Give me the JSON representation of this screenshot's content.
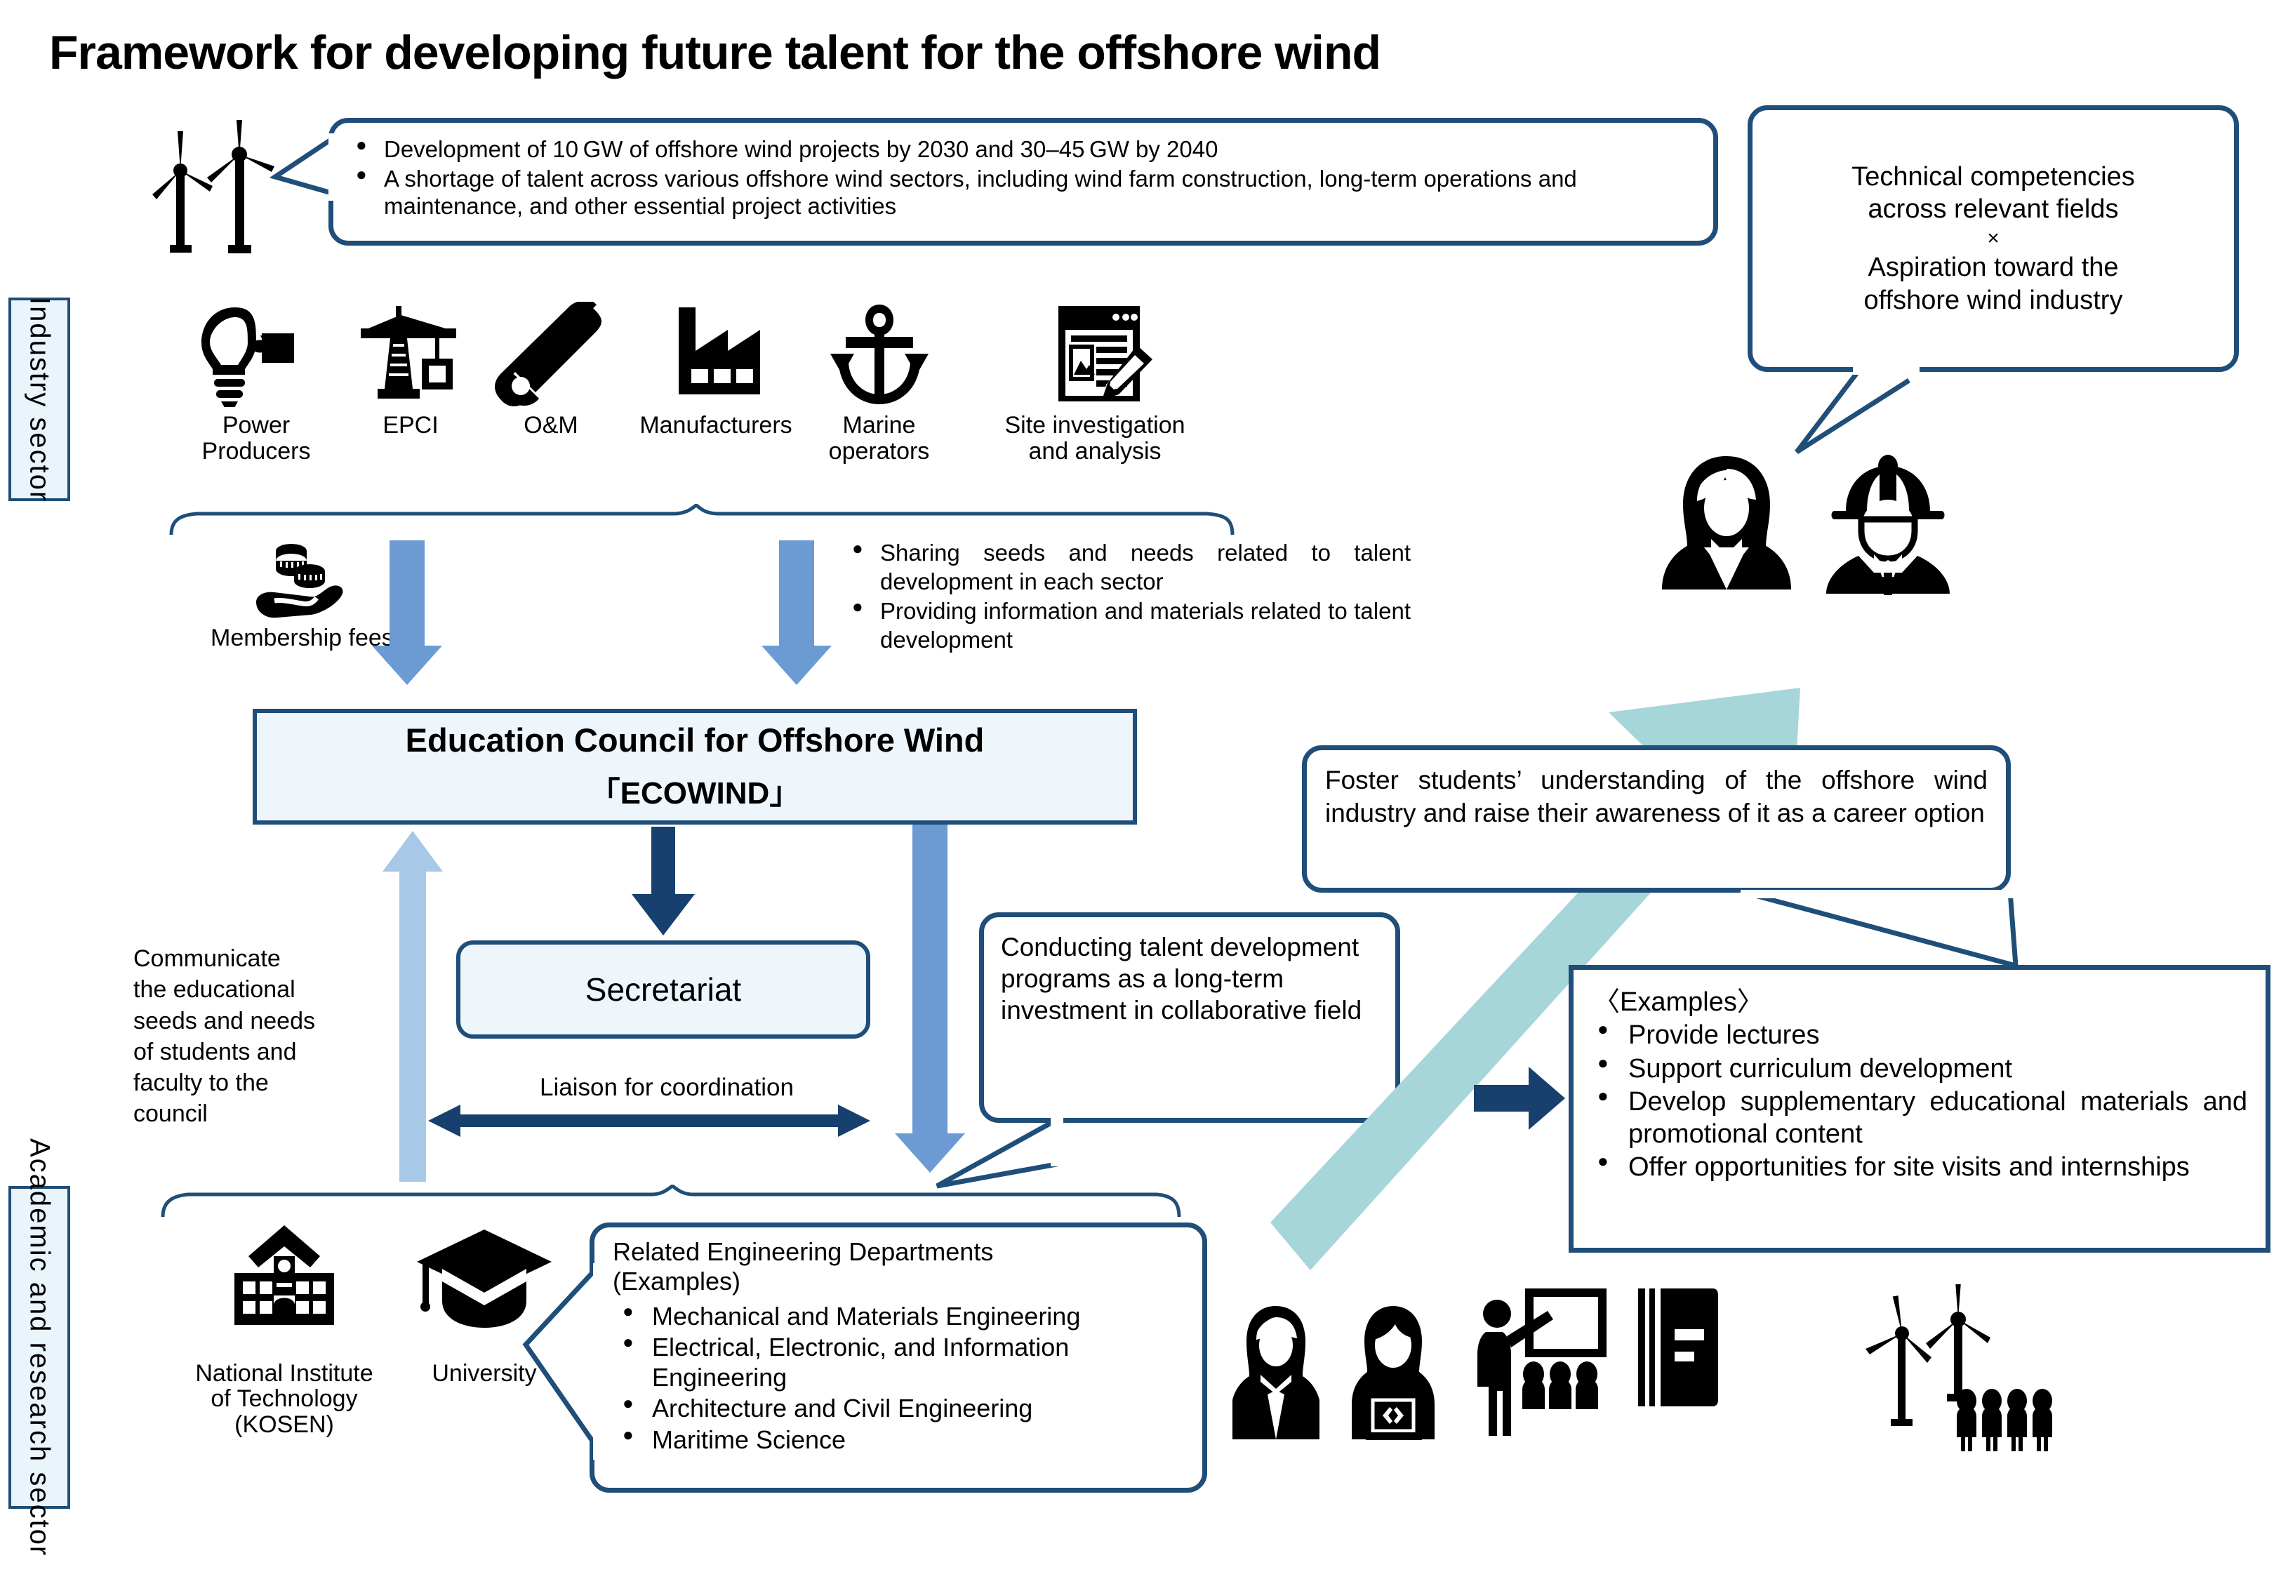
{
  "title": "Framework for developing future talent for the offshore wind",
  "top_callout": {
    "bullets": [
      "Development of 10 GW of offshore wind projects by 2030 and 30–45 GW by 2040",
      "A shortage of talent  across various offshore wind sectors, including wind farm construction, long-term operations and maintenance, and other essential project activities"
    ]
  },
  "competency_callout": {
    "line1": "Technical competencies",
    "line2": "across relevant fields",
    "line3": "×",
    "line4": "Aspiration toward the",
    "line5": "offshore wind industry"
  },
  "industry_sector": {
    "tab_label": "Industry sector",
    "items": [
      {
        "icon": "lightbulb-hand-icon",
        "label": "Power\nProducers"
      },
      {
        "icon": "crane-icon",
        "label": "EPCI"
      },
      {
        "icon": "wrench-icon",
        "label": "O&M"
      },
      {
        "icon": "factory-icon",
        "label": "Manufacturers"
      },
      {
        "icon": "anchor-icon",
        "label": "Marine\noperators"
      },
      {
        "icon": "document-pencil-icon",
        "label": "Site investigation\nand analysis"
      }
    ],
    "membership_fees_label": "Membership fees",
    "membership_icon": "coins-in-hand-icon",
    "sharing_bullets": [
      "Sharing seeds and needs related to talent development in each sector",
      "Providing information and materials related to talent development"
    ]
  },
  "council": {
    "title": "Education Council for Offshore Wind",
    "subtitle": "「ECOWIND」",
    "secretariat": "Secretariat",
    "liaison_label": "Liaison for coordination"
  },
  "communicate_text": "Communicate\nthe educational\nseeds and needs\nof students and\nfaculty to the\ncouncil",
  "conducting_callout": "Conducting talent development programs as a long-term investment in collaborative field",
  "foster_callout": "Foster students’ understanding of the offshore wind industry and raise their awareness of it as a career option",
  "examples_box": {
    "heading": "〈Examples〉",
    "bullets": [
      "Provide lectures",
      "Support curriculum development",
      "Develop supplementary educational materials and promotional content",
      "Offer opportunities for site visits and internships"
    ]
  },
  "academic_sector": {
    "tab_label": "Academic and research sector",
    "items": [
      {
        "icon": "school-building-icon",
        "label": "National Institute\nof Technology\n(KOSEN)"
      },
      {
        "icon": "graduation-cap-icon",
        "label": "University"
      }
    ],
    "departments": {
      "heading_line1": "Related Engineering Departments",
      "heading_line2": "(Examples)",
      "bullets": [
        "Mechanical and Materials Engineering",
        "Electrical, Electronic, and Information Engineering",
        "Architecture and Civil Engineering",
        "Maritime Science"
      ]
    }
  },
  "bottom_icons": [
    {
      "icon": "businesswoman-icon"
    },
    {
      "icon": "student-laptop-coder-icon"
    },
    {
      "icon": "lecturer-classroom-icon"
    },
    {
      "icon": "book-icon"
    },
    {
      "icon": "wind-turbines-with-people-icon"
    }
  ],
  "people_icons": [
    {
      "icon": "businesswoman-avatar-icon"
    },
    {
      "icon": "engineer-helmet-avatar-icon"
    }
  ],
  "colors": {
    "navy": "#1f4e79",
    "light_blue_arrow": "#6b9bd2",
    "pale_blue_arrow": "#a8c8e8",
    "teal_arrow": "#a6d5da",
    "box_fill": "#eef6fc",
    "tab_fill": "#eaf4fb"
  }
}
